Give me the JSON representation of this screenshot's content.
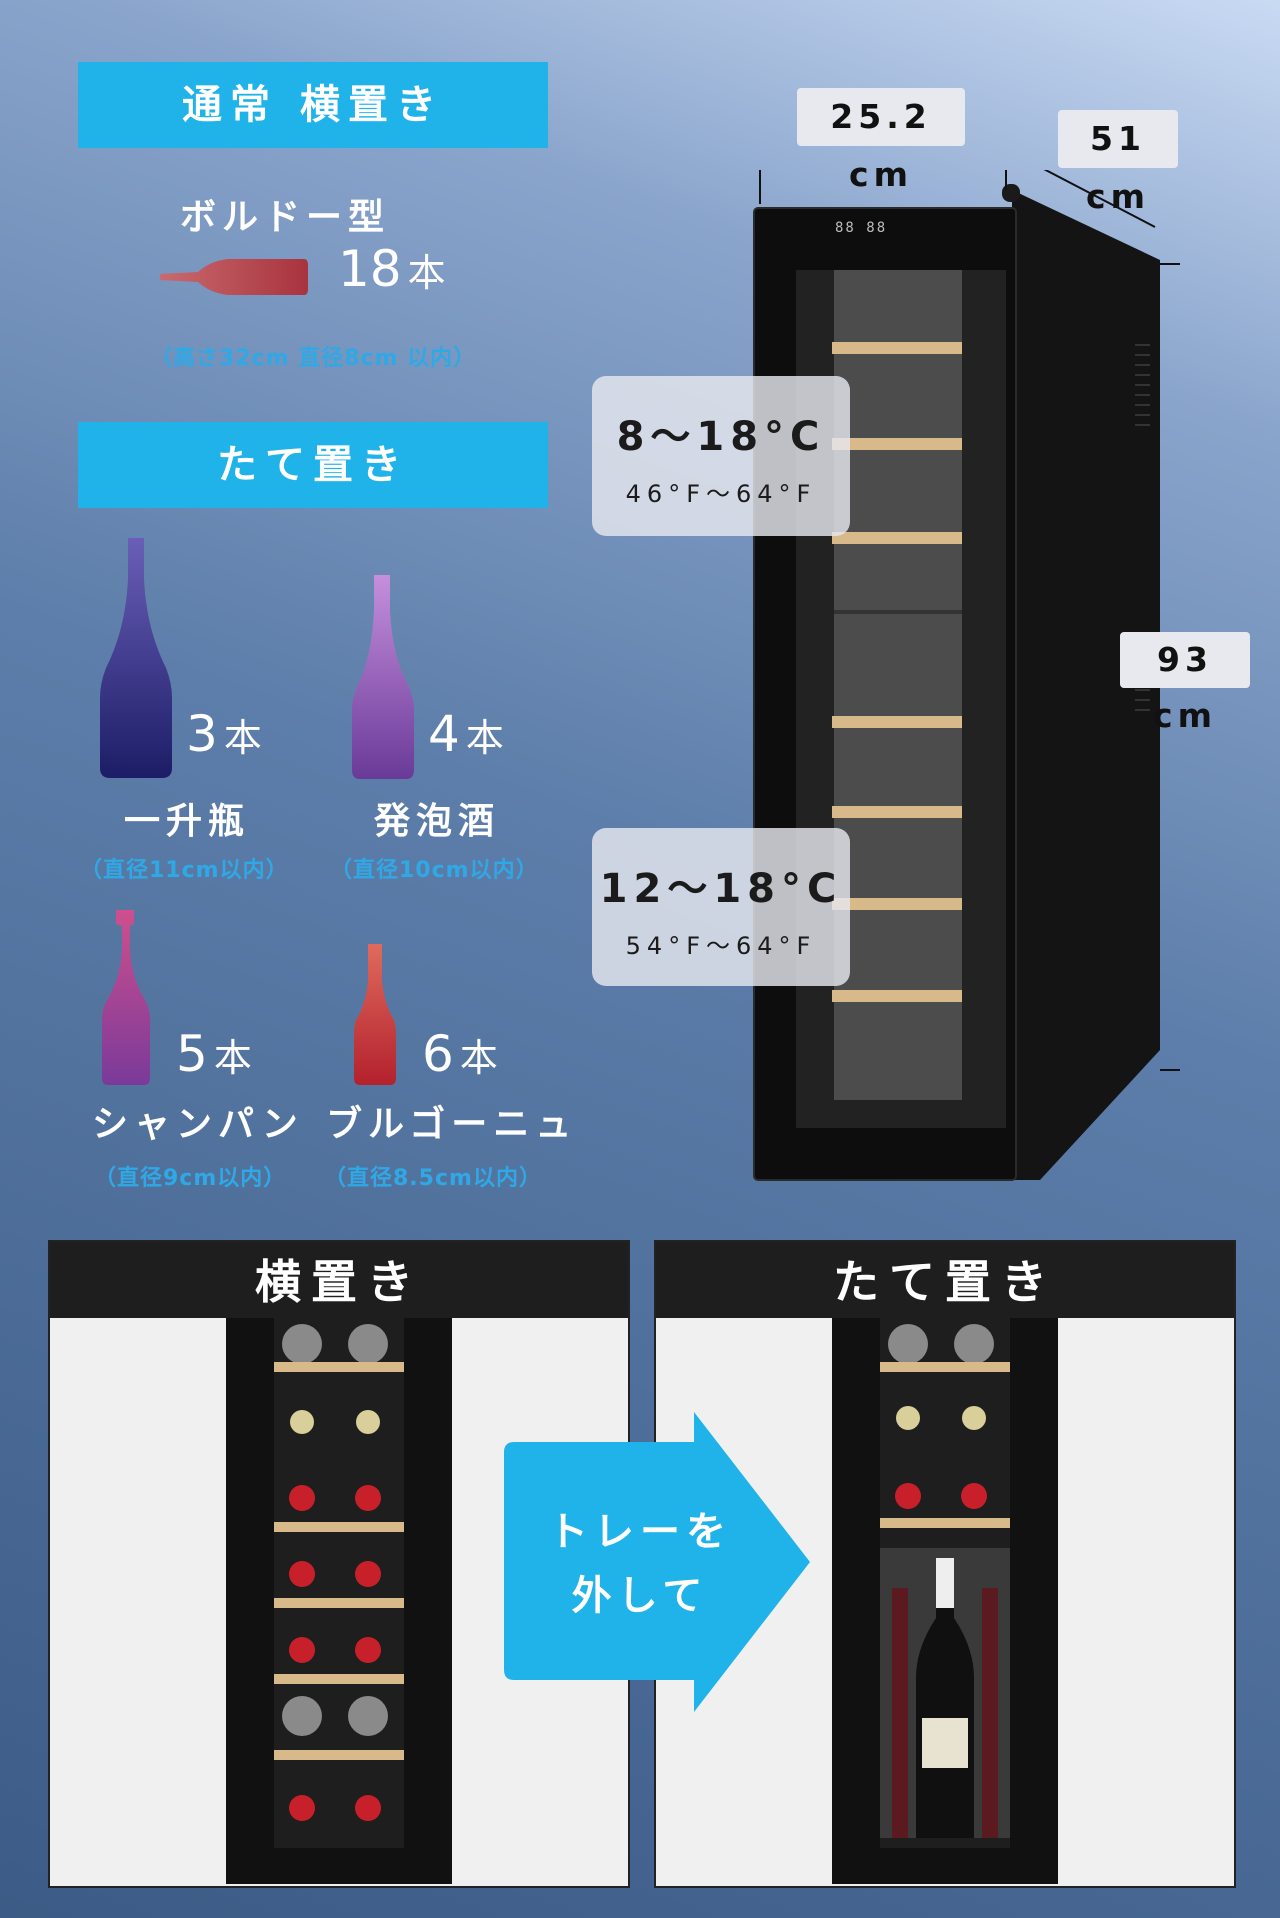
{
  "horizontal": {
    "banner": "通常 横置き",
    "bordeaux_title": "ボルドー型",
    "bordeaux_count": "18",
    "unit": "本",
    "bordeaux_note": "（高さ32cm 直径8cm 以内）"
  },
  "vertical": {
    "banner": "たて置き",
    "bottles": [
      {
        "name": "一升瓶",
        "count": "3",
        "note": "（直径11cm以内）",
        "color_top": "#6a5fb8",
        "color_bottom": "#1c1d66"
      },
      {
        "name": "発泡酒",
        "count": "4",
        "note": "（直径10cm以内）",
        "color_top": "#c58fdc",
        "color_bottom": "#6a3a98"
      },
      {
        "name": "シャンパン",
        "count": "5",
        "note": "（直径9cm以内）",
        "color_top": "#cf4f8d",
        "color_bottom": "#7a3a9a"
      },
      {
        "name": "ブルゴーニュ",
        "count": "6",
        "note": "（直径8.5cm以内）",
        "color_top": "#e06a5d",
        "color_bottom": "#b3212d"
      }
    ]
  },
  "dimensions": {
    "width": "25.2 cm",
    "depth": "51 cm",
    "height": "93 cm"
  },
  "display_readout": "88 88",
  "temps": {
    "upper_c": "8～18°C",
    "upper_f": "46°F～64°F",
    "lower_c": "12～18°C",
    "lower_f": "54°F～64°F"
  },
  "panels": {
    "left_title": "横置き",
    "right_title": "たて置き"
  },
  "arrow": {
    "line1": "トレーを",
    "line2": "外して"
  },
  "colors": {
    "accent": "#1fb3ea",
    "bordeaux_bottle": "#b8444f"
  }
}
